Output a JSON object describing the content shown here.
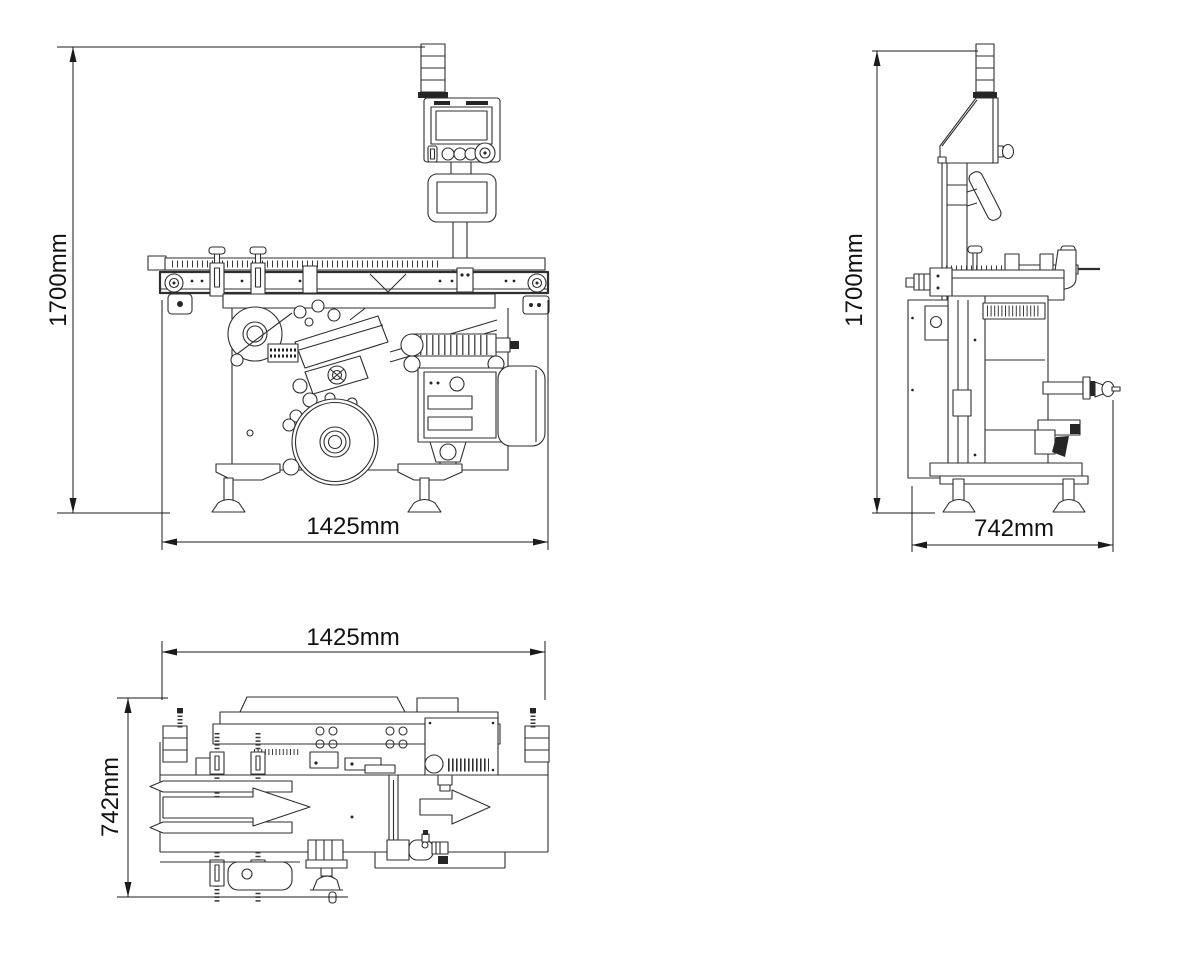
{
  "drawing": {
    "background": "#ffffff",
    "line_color": "#2f2f2f",
    "dimension_color": "#1b1b1b"
  },
  "dimensions": {
    "front_height": "1700mm",
    "front_width": "1425mm",
    "side_height": "1700mm",
    "side_depth": "742mm",
    "top_width": "1425mm",
    "top_depth": "742mm"
  },
  "icons": {
    "flow_arrow": "conveyor-flow-direction"
  }
}
